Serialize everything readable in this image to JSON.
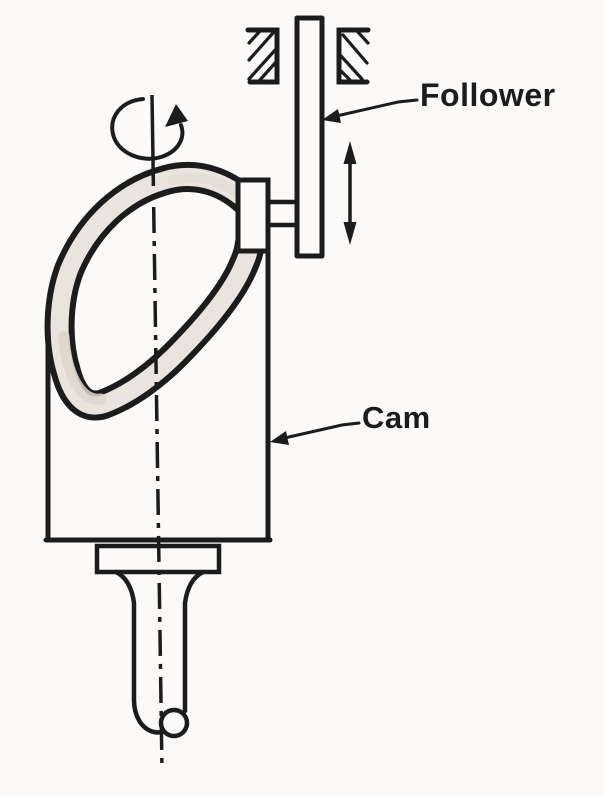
{
  "labels": {
    "follower": "Follower",
    "cam": "Cam"
  },
  "colors": {
    "ink": "#1c1c1c",
    "paper": "#fbfaf8",
    "groove_shade": "#e9e5de",
    "groove_shade_dark": "#dcd6cc"
  },
  "icons": {
    "rotation_arrow": "curved-rotation-arrow",
    "motion_arrow": "vertical-double-headed-arrow",
    "follower_leader": "leader-arrow",
    "cam_leader": "leader-arrow"
  }
}
